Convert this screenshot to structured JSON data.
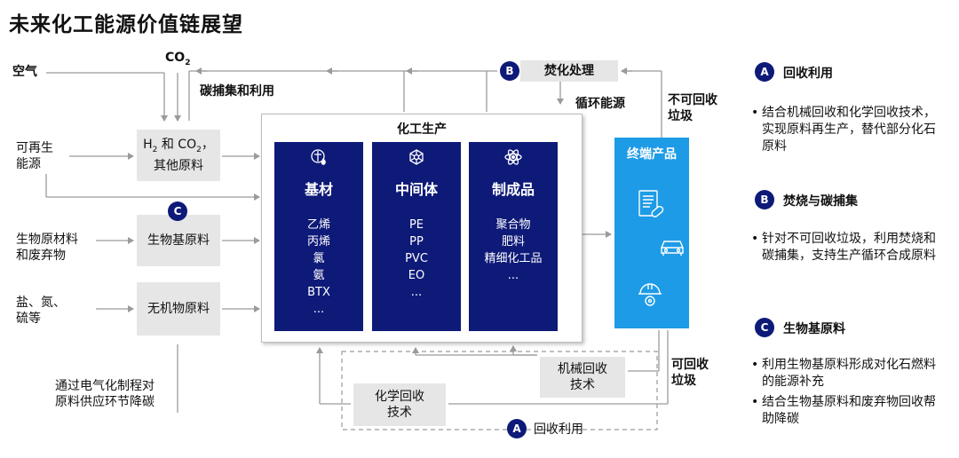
{
  "title": "未来化工能源价值链展望",
  "left": {
    "air": "空气",
    "co2_base": "CO",
    "co2_sub": "2",
    "carbon_capture": "碳捕集和利用",
    "renewable_line1": "可再生",
    "renewable_line2": "能源",
    "biomass_line1": "生物原材料",
    "biomass_line2": "和废弃物",
    "salt_line1": "盐、氮、",
    "salt_line2": "硫等",
    "electrify_line1": "通过电气化制程对",
    "electrify_line2": "原料供应环节降碳"
  },
  "boxes": {
    "h2_h": "H",
    "h2_sub": "2",
    "h2_mid": " 和 CO",
    "h2_sub2": "2",
    "h2_tail": "，",
    "h2_line2": "其他原料",
    "bio": "生物基原料",
    "inorganic": "无机物原料",
    "incineration": "焚化处理",
    "mech_line1": "机械回收",
    "mech_line2": "技术",
    "chem_line1": "化学回收",
    "chem_line2": "技术"
  },
  "badges": {
    "a": "A",
    "b": "B",
    "c": "C"
  },
  "chem_production": {
    "title": "化工生产",
    "columns": [
      {
        "head": "基材",
        "icon": "molecule-drop-icon",
        "items": [
          "乙烯",
          "丙烯",
          "氯",
          "氨",
          "BTX",
          "..."
        ]
      },
      {
        "head": "中间体",
        "icon": "network-icon",
        "items": [
          "PE",
          "PP",
          "PVC",
          "EO",
          "..."
        ]
      },
      {
        "head": "制成品",
        "icon": "atom-icon",
        "items": [
          "聚合物",
          "肥料",
          "精细化工品",
          "..."
        ]
      }
    ]
  },
  "flow": {
    "recycle_energy": "循环能源",
    "nonrecyclable_line1": "不可回收",
    "nonrecyclable_line2": "垃圾",
    "recyclable_line1": "可回收",
    "recyclable_line2": "垃圾",
    "recycle_use": "回收利用"
  },
  "terminal": {
    "title": "终端产品",
    "icons": [
      "document-pill-icon",
      "car-icon",
      "helmet-icon"
    ]
  },
  "right_panel": [
    {
      "badge": "A",
      "head": "回收利用",
      "bullets": [
        "结合机械回收和化学回收技术，实现原料再生产，替代部分化石原料"
      ]
    },
    {
      "badge": "B",
      "head": "焚烧与碳捕集",
      "bullets": [
        "针对不可回收垃圾，利用焚烧和碳捕集，支持生产循环合成原料"
      ]
    },
    {
      "badge": "C",
      "head": "生物基原料",
      "bullets": [
        "利用生物基原料形成对化石燃料的能源补充",
        "结合生物基原料和废弃物回收帮助降碳"
      ]
    }
  ],
  "colors": {
    "navy": "#0e1a78",
    "terminal_blue": "#1e9be6",
    "gray_box": "#e6e6e6",
    "arrow": "#9a9a9a"
  }
}
